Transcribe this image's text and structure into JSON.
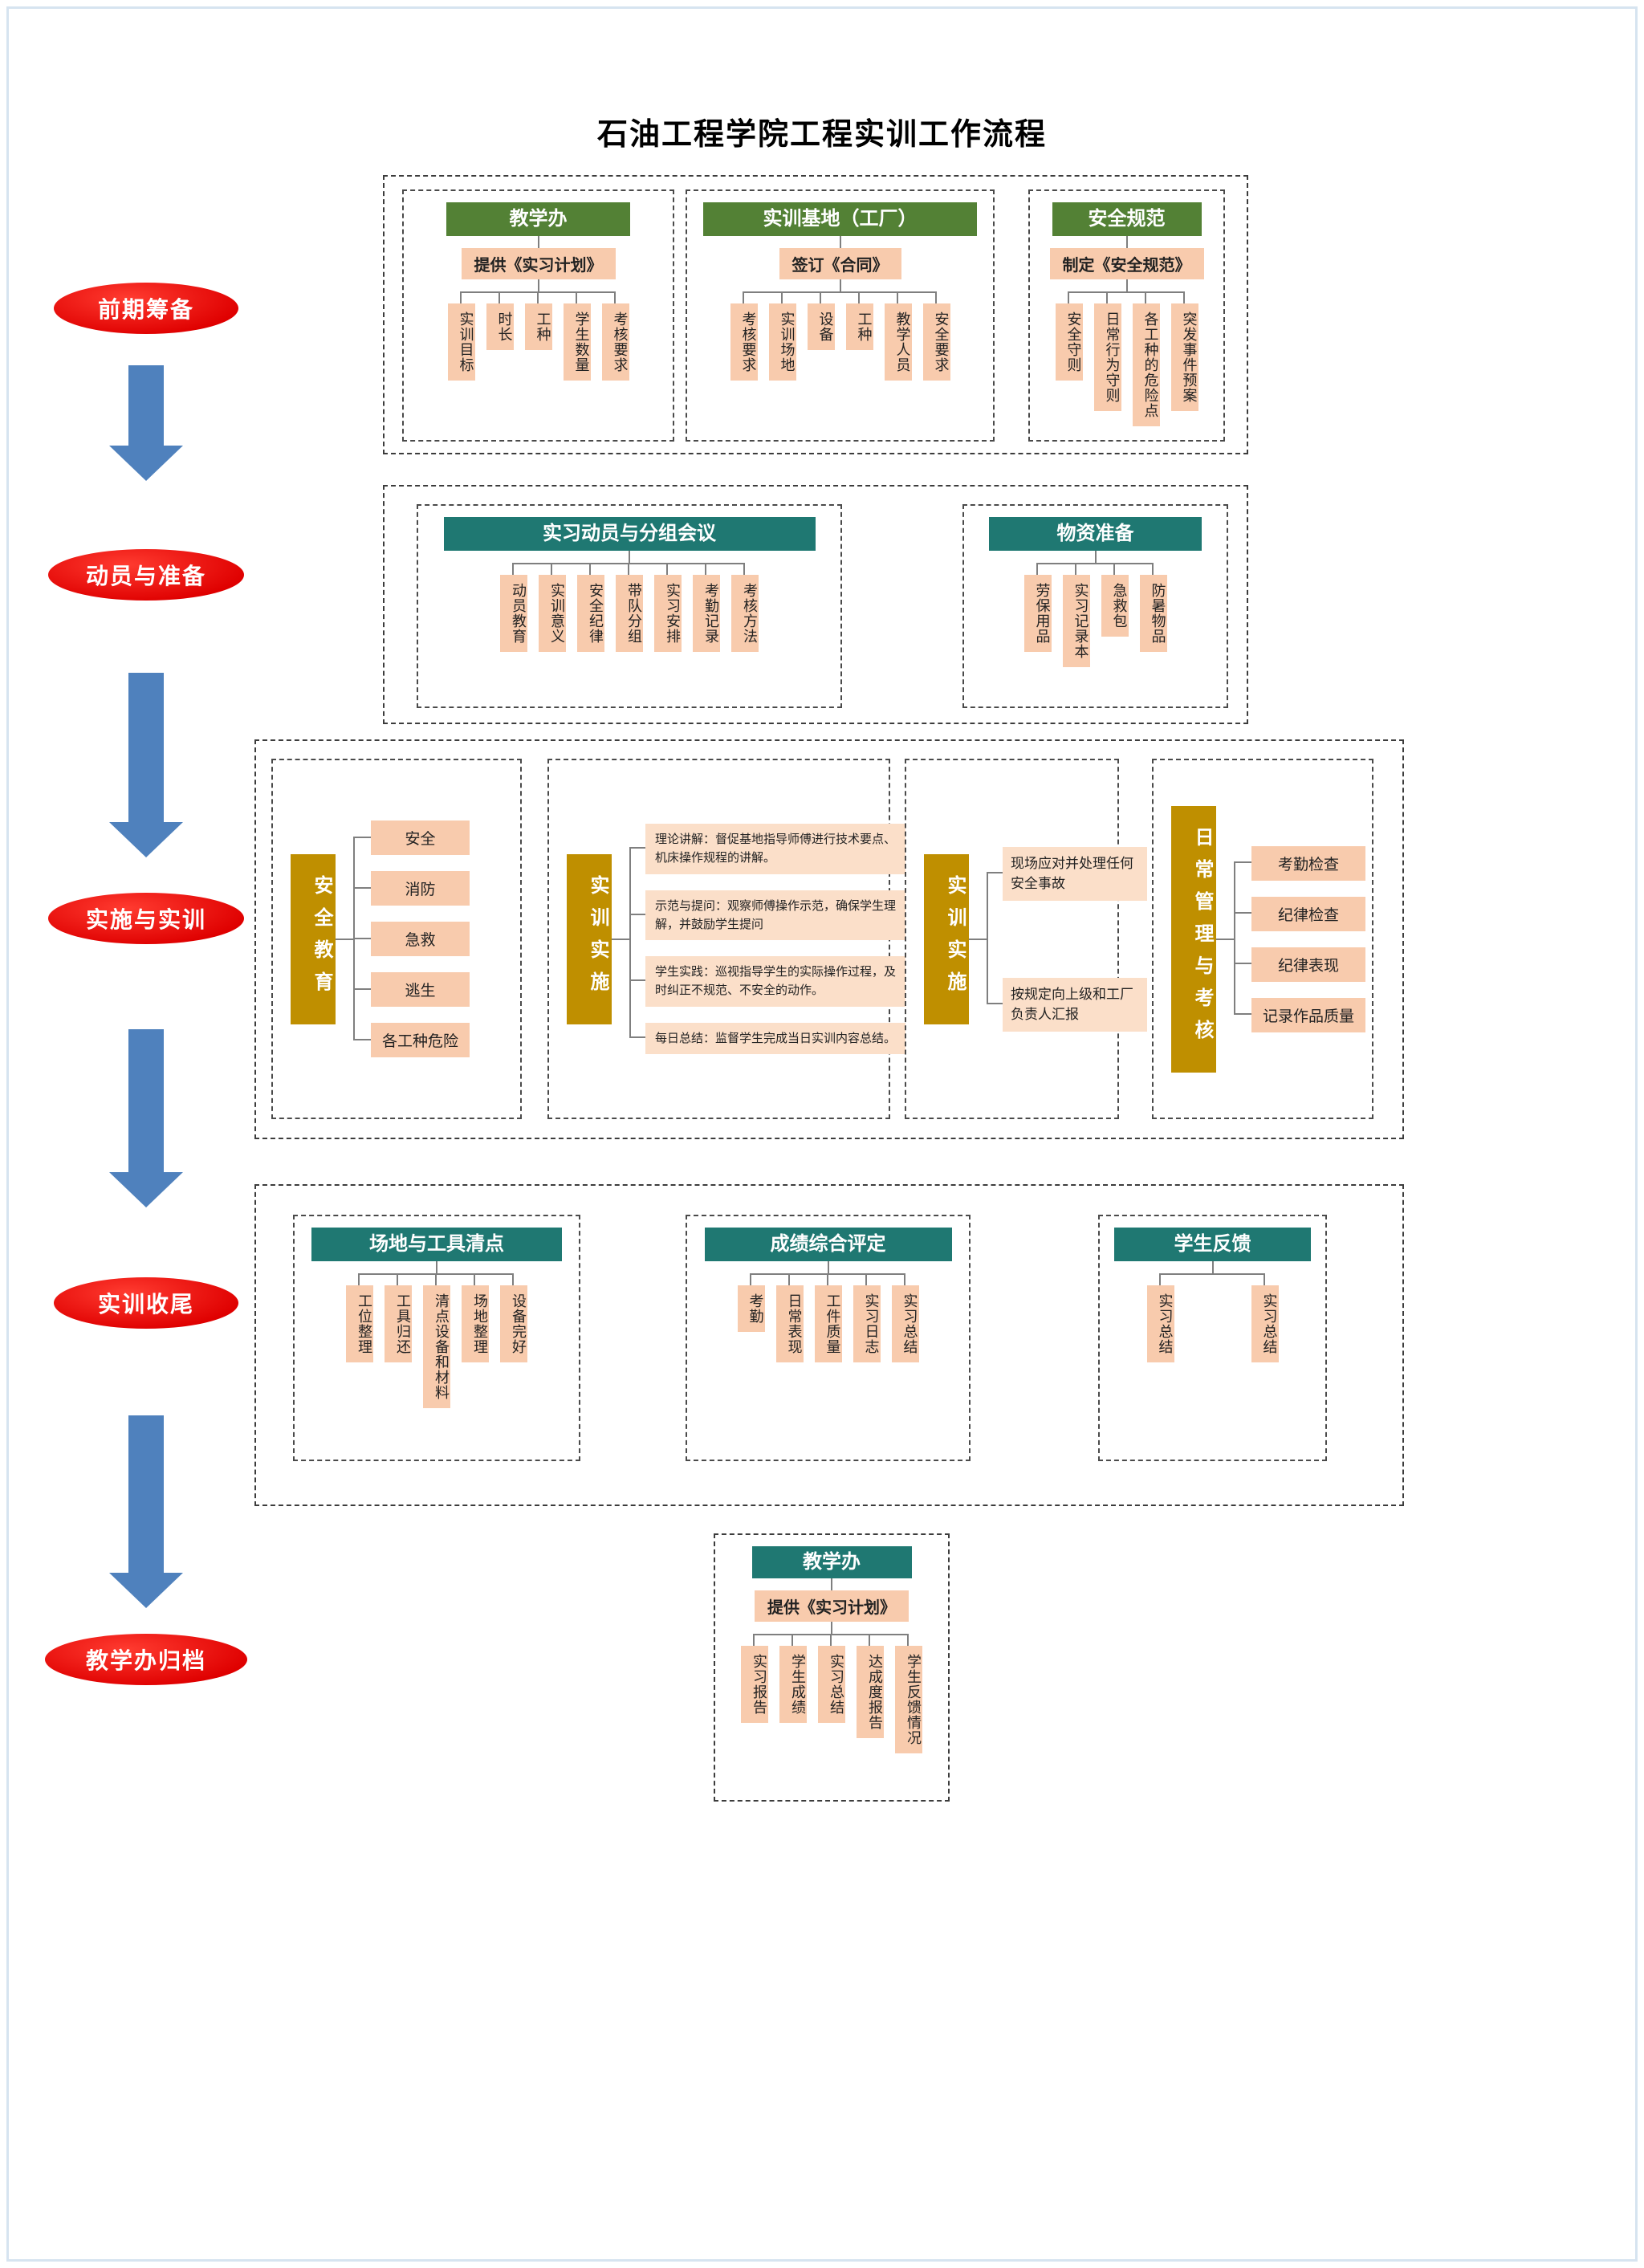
{
  "title": "石油工程学院工程实训工作流程",
  "colors": {
    "stage_red": "#df0000",
    "arrow_blue": "#4f81bd",
    "header_green": "#538135",
    "header_teal": "#1f7872",
    "header_gold": "#bf8f00",
    "leaf_peach": "#f8cbad"
  },
  "stages": [
    {
      "label": "前期筹备"
    },
    {
      "label": "动员与准备"
    },
    {
      "label": "实施与实训"
    },
    {
      "label": "实训收尾"
    },
    {
      "label": "教学办归档"
    }
  ],
  "phase1": {
    "trees": [
      {
        "header": "教学办",
        "sub": "提供《实习计划》",
        "children": [
          "实训目标",
          "时长",
          "工种",
          "学生数量",
          "考核要求"
        ]
      },
      {
        "header": "实训基地（工厂）",
        "sub": "签订《合同》",
        "children": [
          "考核要求",
          "实训场地",
          "设备",
          "工种",
          "教学人员",
          "安全要求"
        ]
      },
      {
        "header": "安全规范",
        "sub": "制定《安全规范》",
        "children": [
          "安全守则",
          "日常行为守则",
          "各工种的危险点",
          "突发事件预案"
        ]
      }
    ]
  },
  "phase2": {
    "trees": [
      {
        "header": "实习动员与分组会议",
        "children": [
          "动员教育",
          "实训意义",
          "安全纪律",
          "带队分组",
          "实习安排",
          "考勤记录",
          "考核方法"
        ]
      },
      {
        "header": "物资准备",
        "children": [
          "劳保用品",
          "实习记录本",
          "急救包",
          "防暑物品"
        ]
      }
    ]
  },
  "phase3": {
    "panels": [
      {
        "header": "安全教育",
        "children": [
          "安全",
          "消防",
          "急救",
          "逃生",
          "各工种危险"
        ]
      },
      {
        "header": "实训实施",
        "children": [
          "理论讲解：督促基地指导师傅进行技术要点、机床操作规程的讲解。",
          "示范与提问：观察师傅操作示范，确保学生理解，并鼓励学生提问",
          "学生实践：巡视指导学生的实际操作过程，及时纠正不规范、不安全的动作。",
          "每日总结：监督学生完成当日实训内容总结。"
        ]
      },
      {
        "header": "实训实施",
        "children": [
          "现场应对并处理任何安全事故",
          "按规定向上级和工厂负责人汇报"
        ]
      },
      {
        "header": "日常管理与考核",
        "children": [
          "考勤检查",
          "纪律检查",
          "纪律表现",
          "记录作品质量"
        ]
      }
    ]
  },
  "phase4": {
    "trees": [
      {
        "header": "场地与工具清点",
        "children": [
          "工位整理",
          "工具归还",
          "清点设备和材料",
          "场地整理",
          "设备完好"
        ]
      },
      {
        "header": "成绩综合评定",
        "children": [
          "考勤",
          "日常表现",
          "工件质量",
          "实习日志",
          "实习总结"
        ]
      },
      {
        "header": "学生反馈",
        "children": [
          "实习总结",
          "实习总结"
        ]
      }
    ]
  },
  "phase5": {
    "tree": {
      "header": "教学办",
      "sub": "提供《实习计划》",
      "children": [
        "实习报告",
        "学生成绩",
        "实习总结",
        "达成度报告",
        "学生反馈情况"
      ]
    }
  }
}
